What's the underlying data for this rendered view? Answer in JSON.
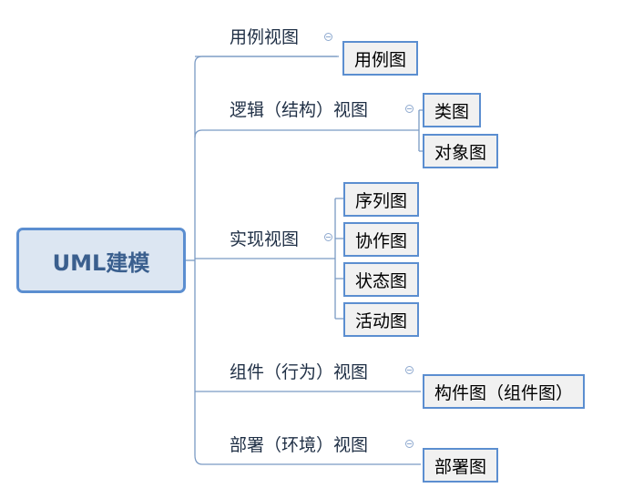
{
  "root": {
    "label": "UML建模"
  },
  "branches": [
    {
      "label": "用例视图",
      "children": [
        "用例图"
      ]
    },
    {
      "label": "逻辑（结构）视图",
      "children": [
        "类图",
        "对象图"
      ]
    },
    {
      "label": "实现视图",
      "children": [
        "序列图",
        "协作图",
        "状态图",
        "活动图"
      ]
    },
    {
      "label": "组件（行为）视图",
      "children": [
        "构件图（组件图）"
      ]
    },
    {
      "label": "部署（环境）视图",
      "children": [
        "部署图"
      ]
    }
  ],
  "colors": {
    "line": "#5b8ed0",
    "root_fill": "#dce6f2",
    "root_text": "#3a5f8e",
    "leaf_fill": "#f1f1f1"
  }
}
